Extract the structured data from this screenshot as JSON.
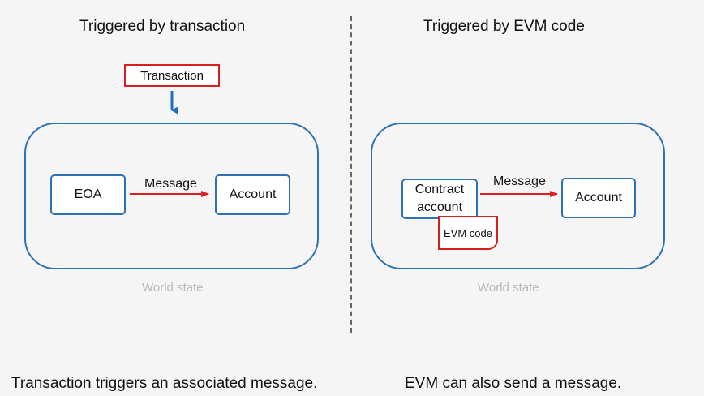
{
  "left_panel": {
    "title": "Triggered by transaction",
    "transaction_label": "Transaction",
    "sender_label": "EOA",
    "message_label": "Message",
    "receiver_label": "Account",
    "world_state_label": "World state",
    "caption": "Transaction triggers an associated message."
  },
  "right_panel": {
    "title": "Triggered by EVM code",
    "sender_label": "Contract account",
    "evm_code_label": "EVM code",
    "message_label": "Message",
    "receiver_label": "Account",
    "world_state_label": "World state",
    "caption": "EVM can also send a message."
  },
  "colors": {
    "world_border": "#2f72b3",
    "message_arrow": "#e02020",
    "transaction_arrow": "#1f6fc0",
    "highlight_border": "#d42020"
  }
}
